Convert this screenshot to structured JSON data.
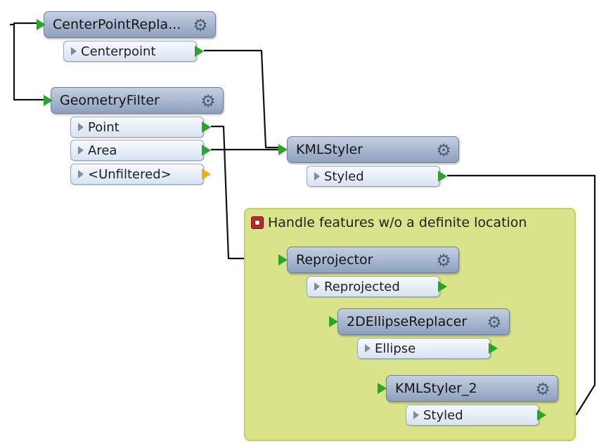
{
  "bookmark": {
    "title": "Handle features w/o a definite location"
  },
  "transformers": {
    "centerpoint": {
      "title": "CenterPointRepla...",
      "ports": [
        "Centerpoint"
      ]
    },
    "geometryfilter": {
      "title": "GeometryFilter",
      "ports": [
        "Point",
        "Area",
        "<Unfiltered>"
      ]
    },
    "kmlstyler": {
      "title": "KMLStyler",
      "ports": [
        "Styled"
      ]
    },
    "reprojector": {
      "title": "Reprojector",
      "ports": [
        "Reprojected"
      ]
    },
    "ellipse": {
      "title": "2DEllipseReplacer",
      "ports": [
        "Ellipse"
      ]
    },
    "kmlstyler2": {
      "title": "KMLStyler_2",
      "ports": [
        "Styled"
      ]
    }
  },
  "icons": {
    "gear": "gear-icon",
    "output_port": "green-triangle",
    "unused_port": "yellow-triangle",
    "bookmark": "bookmark-icon"
  },
  "colors": {
    "node": "#9aabc8",
    "port": "#e6edf7",
    "bookmark": "#d9e38a",
    "connector": "#2aa52a",
    "unused": "#e6b117",
    "wire": "#111111"
  }
}
